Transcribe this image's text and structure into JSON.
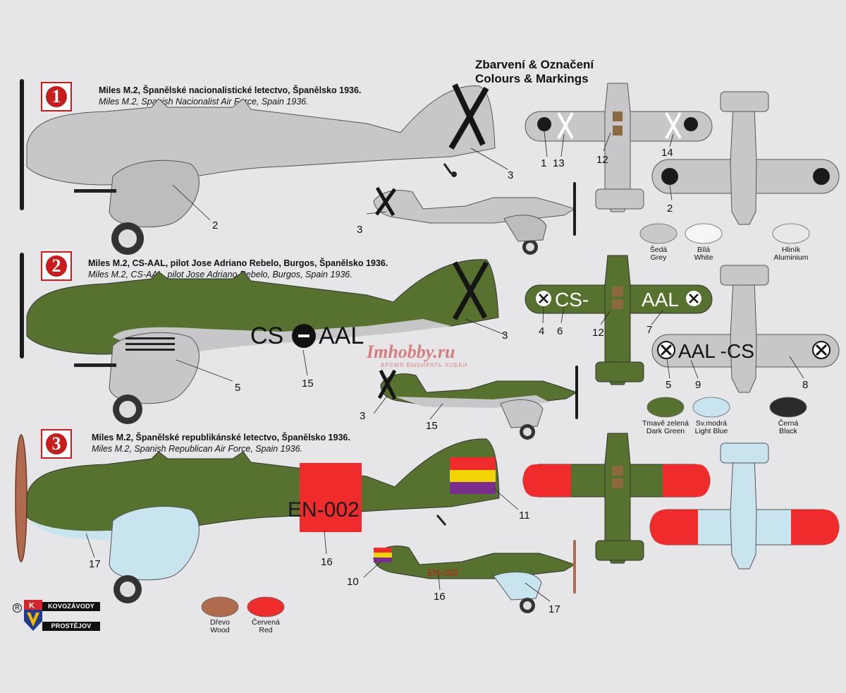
{
  "header": {
    "line1": "Zbarvení & Označení",
    "line2": "Colours & Markings"
  },
  "schemes": [
    {
      "number": "1",
      "title_cz": "Miles M.2, Španělské nacionalistické letectvo, Španělsko 1936.",
      "title_en": "Miles M.2, Spanish Nacionalist Air Force, Spain 1936."
    },
    {
      "number": "2",
      "title_cz": "Miles M.2, CS-AAL, pilot Jose Adriano Rebelo, Burgos, Španělsko 1936.",
      "title_en": "Miles M.2, CS-AAL, pilot Jose Adriano Rebelo, Burgos, Spain 1936."
    },
    {
      "number": "3",
      "title_cz": "Miles M.2, Španělské republikánské  letectvo, Španělsko 1936.",
      "title_en": "Miles M.2, Spanish Republican Air Force, Spain 1936."
    }
  ],
  "markings": {
    "registration_fuselage": "CS",
    "registration_fuselage_b": "AAL",
    "registration_wing_top_a": "CS-",
    "registration_wing_top_b": "AAL",
    "registration_wing_bottom": "AAL -CS",
    "serial": "EN-002"
  },
  "callouts": {
    "s1_side_3": "3",
    "s1_side_2": "2",
    "s1_small_3": "3",
    "s1_top_1": "1",
    "s1_top_13": "13",
    "s1_top_12": "12",
    "s1_top_14": "14",
    "s1_bottom_2": "2",
    "s2_side_5": "5",
    "s2_side_15": "15",
    "s2_side_3": "3",
    "s2_small_3": "3",
    "s2_small_15": "15",
    "s2_top_4": "4",
    "s2_top_6": "6",
    "s2_top_12": "12",
    "s2_top_7": "7",
    "s2_bottom_5": "5",
    "s2_bottom_9": "9",
    "s2_bottom_8": "8",
    "s3_side_11": "11",
    "s3_side_16": "16",
    "s3_side_17": "17",
    "s3_small_10": "10",
    "s3_small_16": "16",
    "s3_small_17": "17"
  },
  "swatches": [
    {
      "name_cz": "Šedá",
      "name_en": "Grey",
      "color": "#c9c9cb"
    },
    {
      "name_cz": "Bílá",
      "name_en": "White",
      "color": "#f6f6f6"
    },
    {
      "name_cz": "Hliník",
      "name_en": "Aluminium",
      "color": "#e8e8ea"
    },
    {
      "name_cz": "Tmavě zelená",
      "name_en": "Dark Green",
      "color": "#56722e"
    },
    {
      "name_cz": "Sv.modrá",
      "name_en": "Light Blue",
      "color": "#c7e4ef"
    },
    {
      "name_cz": "Černá",
      "name_en": "Black",
      "color": "#2b2b2b"
    },
    {
      "name_cz": "Dřevo",
      "name_en": "Wood",
      "color": "#b06a4d"
    },
    {
      "name_cz": "Červená",
      "name_en": "Red",
      "color": "#ef2b2b"
    }
  ],
  "logo": {
    "brand_top": "KOVOZÁVODY",
    "brand_bottom": "PROSTĚJOV",
    "registered": "R",
    "letter": "K"
  },
  "watermark": {
    "name": "Imhobby.ru",
    "tagline": "ВРЕМЯ ВЫБИРАТЬ ХОББИ"
  },
  "colors": {
    "grey": "#c9c9cb",
    "green": "#56722e",
    "lightblue": "#c7e4ef",
    "red": "#ef2b2b",
    "yellow": "#f2d400",
    "purple": "#7b2d8e",
    "black": "#1b1b1b",
    "wood": "#b06a4d"
  }
}
